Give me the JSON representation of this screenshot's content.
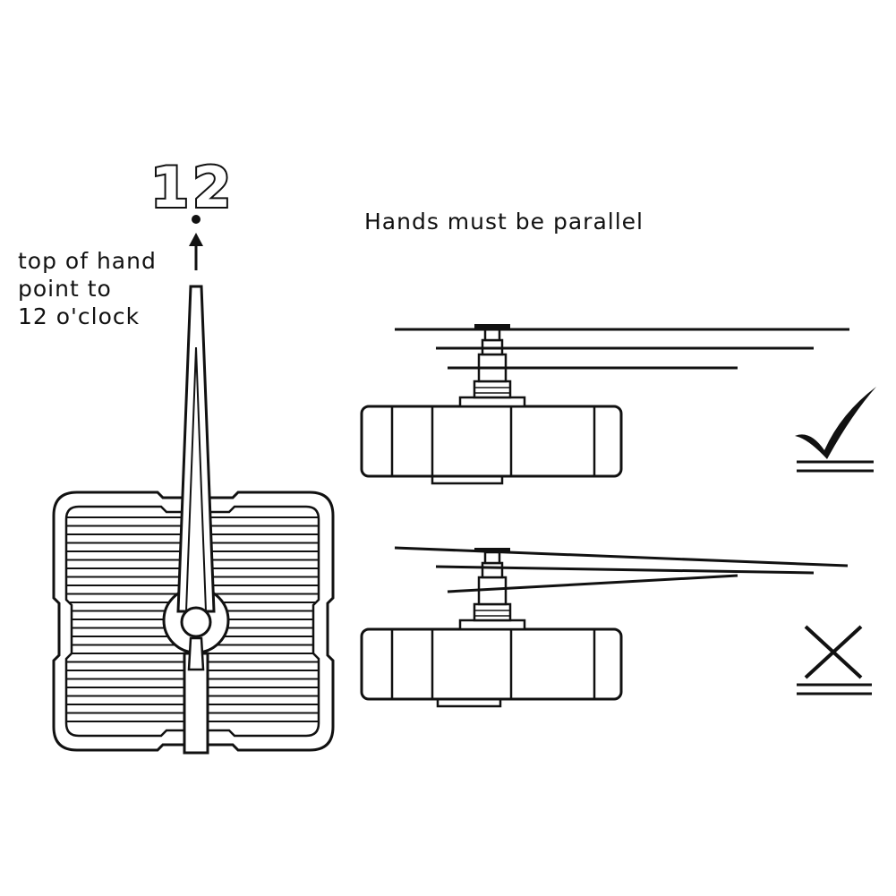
{
  "diagram": {
    "twelve_label": "12",
    "instruction_lines": [
      "top of hand",
      "point to",
      "12 o'clock"
    ],
    "parallel_heading": "Hands must be parallel",
    "correct_mark": "check-mark-icon",
    "incorrect_mark": "cross-mark-icon"
  },
  "colors": {
    "line": "#111111",
    "background": "#ffffff"
  }
}
